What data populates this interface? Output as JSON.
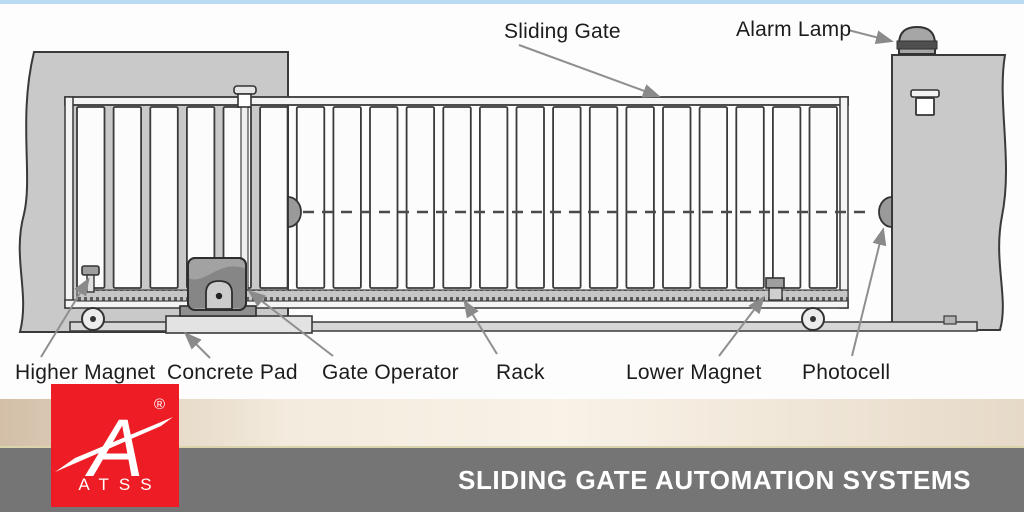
{
  "page": {
    "top_strip_color": "#b9dbf2",
    "diagram_background": "#fdfdfd"
  },
  "diagram": {
    "labels": {
      "sliding_gate": "Sliding Gate",
      "alarm_lamp": "Alarm Lamp",
      "higher_magnet": "Higher Magnet",
      "concrete_pad": "Concrete Pad",
      "gate_operator": "Gate Operator",
      "rack": "Rack",
      "lower_magnet": "Lower Magnet",
      "photocell": "Photocell"
    },
    "gate": {
      "picket_count": 21
    }
  },
  "logo": {
    "monogram": "A",
    "registered_mark": "®",
    "brand": "ATSS",
    "background_color": "#ee1c24",
    "text_color": "#ffffff"
  },
  "banner": {
    "title": "SLIDING GATE AUTOMATION SYSTEMS",
    "band_color": "#757575",
    "text_color": "#ffffff"
  }
}
